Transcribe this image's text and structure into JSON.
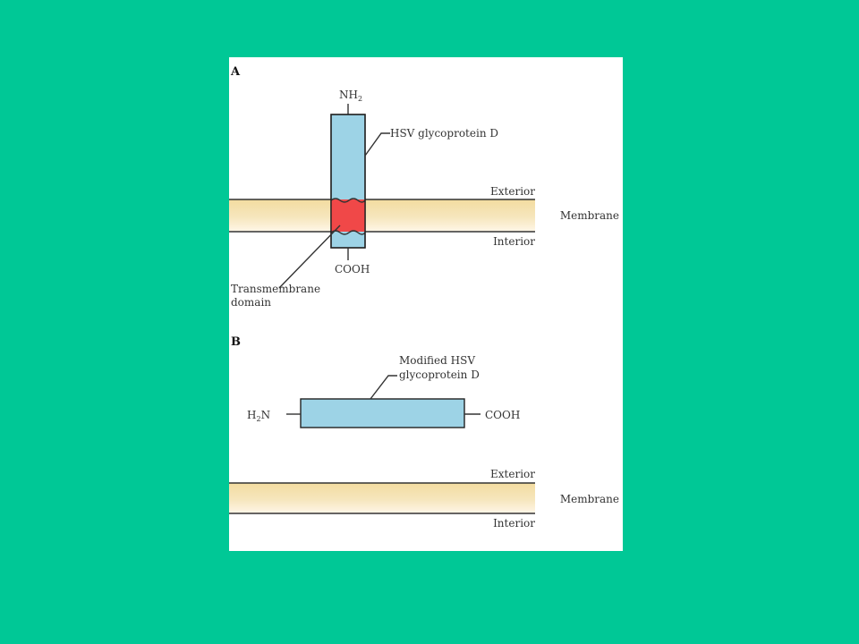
{
  "panel_a": {
    "letter": "A",
    "nh2": "NH",
    "nh2_sub": "2",
    "protein_label": "HSV glycoprotein D",
    "exterior": "Exterior",
    "membrane": "Membrane",
    "interior": "Interior",
    "cooh": "COOH",
    "tm_label_1": "Transmembrane",
    "tm_label_2": "domain"
  },
  "panel_b": {
    "letter": "B",
    "protein_label_1": "Modified HSV",
    "protein_label_2": "glycoprotein D",
    "h2n_h": "H",
    "h2n_sub": "2",
    "h2n_n": "N",
    "cooh": "COOH",
    "exterior": "Exterior",
    "membrane": "Membrane",
    "interior": "Interior"
  },
  "colors": {
    "background": "#00c896",
    "protein": "#9dd3e6",
    "transmembrane": "#f04848",
    "membrane_band": "#f3dca0"
  }
}
